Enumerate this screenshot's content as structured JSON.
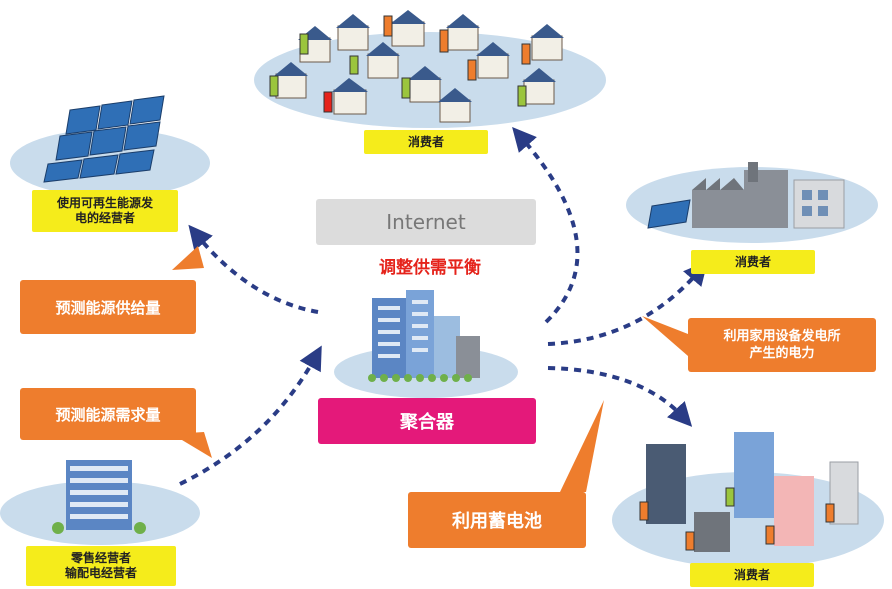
{
  "internet_label": "Internet",
  "balance_label": "调整供需平衡",
  "aggregator_label": "聚合器",
  "nodes": {
    "renewable": {
      "line1": "使用可再生能源发",
      "line2": "电的经营者"
    },
    "retail": {
      "line1": "零售经营者",
      "line2": "输配电经营者"
    },
    "consumer_top": "消费者",
    "consumer_factory": "消费者",
    "consumer_city": "消费者"
  },
  "callouts": {
    "forecast_supply": "预测能源供给量",
    "forecast_demand": "预测能源需求量",
    "household_power": {
      "line1": "利用家用设备发电所",
      "line2": "产生的电力"
    },
    "battery": "利用蓄电池"
  },
  "colors": {
    "ellipse": "#c9dcec",
    "yellow": "#f5ec1b",
    "orange": "#ee7d2d",
    "magenta": "#e4197a",
    "arrow": "#2a3c86",
    "red_text": "#e5231b"
  }
}
